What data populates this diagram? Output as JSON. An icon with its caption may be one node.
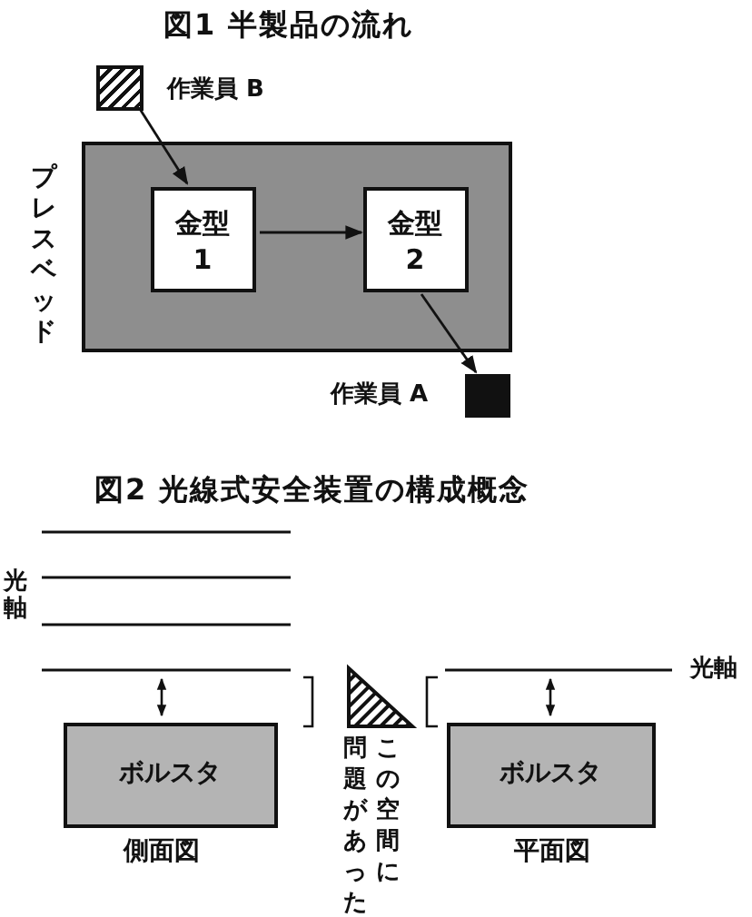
{
  "diagram": {
    "title": "図1 半製品の流れ",
    "nodes": [
      {
        "text": [],
        "shape": "box",
        "beside": [
          "作業員 B"
        ]
      },
      {
        "text": [
          "プレスベッド"
        ]
      },
      {
        "text": [
          "金型 1"
        ],
        "in": 1
      },
      {
        "text": [
          "金型 2"
        ],
        "in": 1
      },
      {
        "text": [],
        "shape": "box",
        "beside": [
          "作業員 A"
        ]
      },
      {
        "text": [
          "ボルスタ"
        ],
        "beside": [
          "側面図"
        ]
      },
      {
        "text": [
          "ボルスタ"
        ],
        "beside": [
          "平面図"
        ]
      }
    ],
    "edges": [
      {
        "from": 0,
        "to": 2,
        "arrow": "to"
      },
      {
        "from": 2,
        "to": 3,
        "arrow": "to"
      },
      {
        "from": 3,
        "to": 4,
        "arrow": "to"
      }
    ],
    "labels": [
      "図2 光線式安全装置の構成概念",
      "光軸",
      "光軸",
      "この空間に",
      "問題があった"
    ]
  }
}
